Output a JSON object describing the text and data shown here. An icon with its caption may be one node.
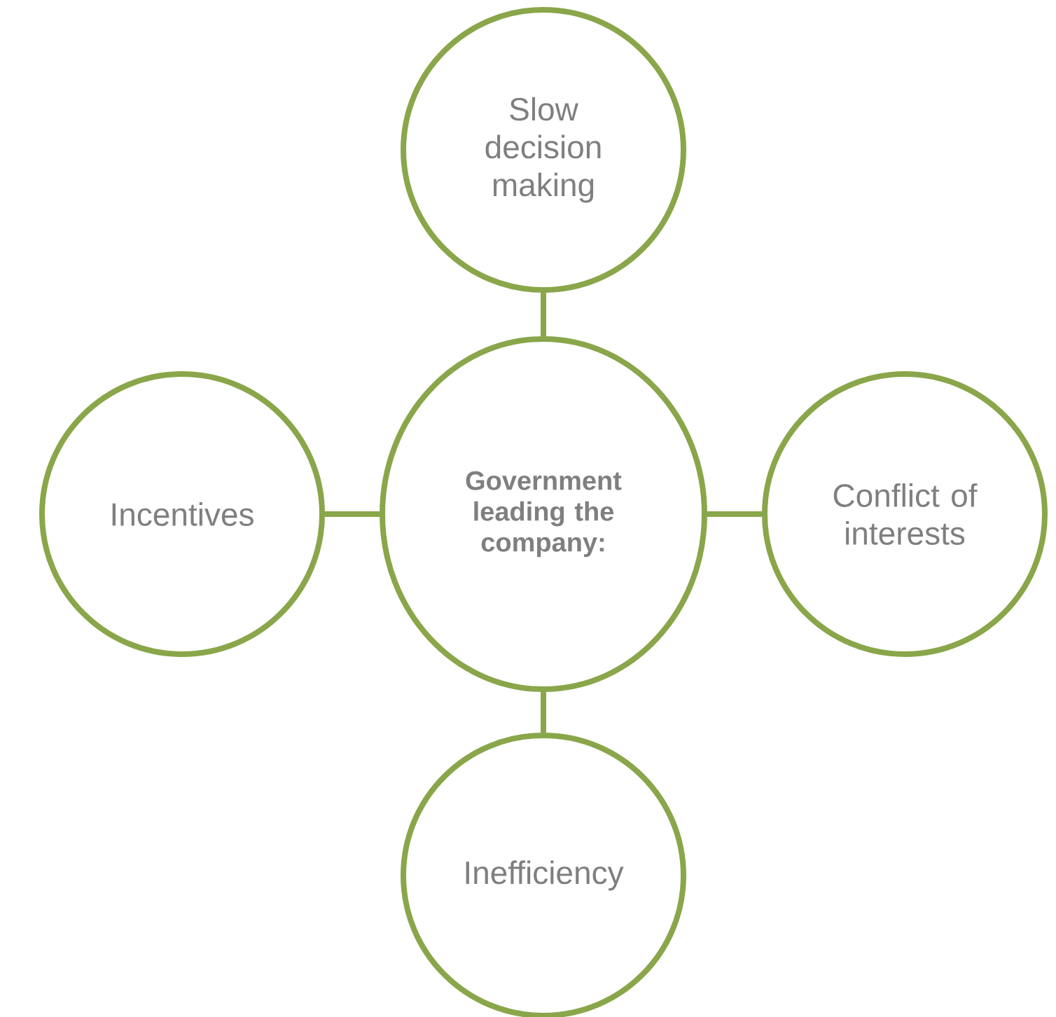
{
  "diagram": {
    "nodes": [
      {
        "text": [
          "Slow decision making"
        ]
      },
      {
        "text": [
          "Incentives"
        ]
      },
      {
        "text": [
          "Government leading the company:"
        ]
      },
      {
        "text": [
          "Conflict of interests"
        ]
      },
      {
        "text": [
          "Inefficiency"
        ]
      }
    ],
    "edges": [
      {
        "from": 2,
        "to": 0,
        "arrow": "none"
      },
      {
        "from": 2,
        "to": 1,
        "arrow": "none"
      },
      {
        "from": 2,
        "to": 3,
        "arrow": "none"
      },
      {
        "from": 2,
        "to": 4,
        "arrow": "none"
      }
    ]
  }
}
